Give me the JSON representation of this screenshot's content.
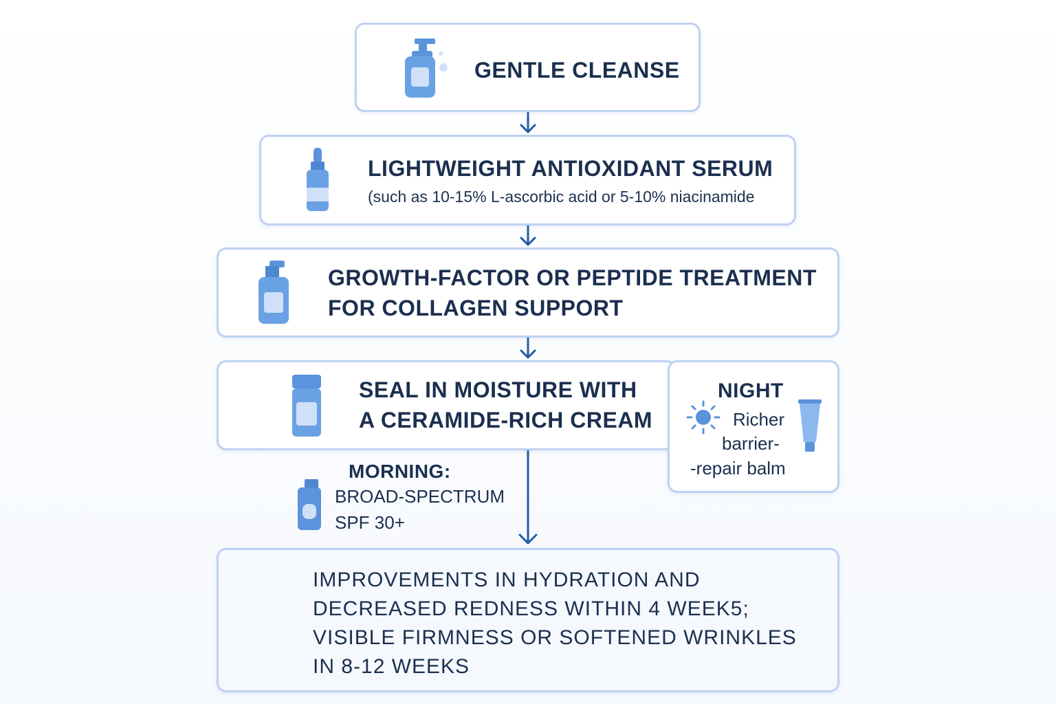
{
  "steps": {
    "cleanse": {
      "icon": "pump-bottle-icon",
      "title": "GENTLE CLEANSE"
    },
    "serum": {
      "icon": "dropper-bottle-icon",
      "title": "LIGHTWEIGHT ANTIOXIDANT SERUM",
      "subtitle": "(such as 10-15% L-ascorbic acid or 5-10% niacinamide"
    },
    "treatment": {
      "icon": "pump-bottle-icon",
      "title_line1": "GROWTH-FACTOR OR PEPTIDE TREATMENT",
      "title_line2": "FOR COLLAGEN SUPPORT"
    },
    "moisture": {
      "icon": "cream-jar-icon",
      "title_line1": "SEAL IN MOISTURE WITH",
      "title_line2": "A CERAMIDE-RICH CREAM"
    },
    "night": {
      "icon_sun": "sun-icon",
      "icon_tube": "tube-icon",
      "title": "NIGHT",
      "line1": "Richer",
      "line2": "barrier-",
      "line3": "-repair balm"
    },
    "morning": {
      "icon": "sunscreen-bottle-icon",
      "title": "MORNING:",
      "line1": "BROAD-SPECTRUM",
      "line2": "SPF 30+"
    },
    "result": {
      "line1": "IMPROVEMENTS IN HYDRATION AND",
      "line2": "DECREASED REDNESS WITHIN 4 WEEK5;",
      "line3": "VISIBLE FIRMNESS OR SOFTENED WRINKLES",
      "line4": "IN 8-12 WEEKS"
    }
  },
  "colors": {
    "border": "#bcd2f0",
    "arrow": "#1f5aa6",
    "icon_fill": "#5b93dc",
    "icon_light": "#cfe0f8",
    "text": "#1b2f4f"
  }
}
